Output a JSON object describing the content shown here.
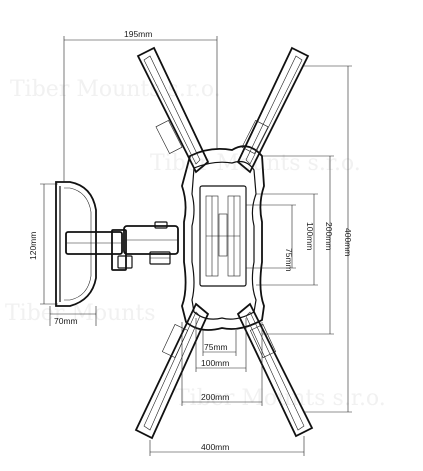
{
  "watermark": {
    "line_1": "Tiber Mounts s.r.o.",
    "line_2": "Tiber Mounts s.r.o.",
    "line_3": "Tiber Mounts",
    "line_4": "Tiber Mounts s.r.o."
  },
  "dimensions": {
    "top_width": "195mm",
    "wall_plate_height": "120mm",
    "wall_plate_depth": "70mm",
    "vesa_75_vertical": "75mm",
    "vesa_100_vertical": "100mm",
    "vesa_200_vertical": "200mm",
    "vesa_400_vertical": "400mm",
    "vesa_75_horizontal": "75mm",
    "vesa_100_horizontal": "100mm",
    "vesa_200_horizontal": "200mm",
    "vesa_400_horizontal": "400mm"
  }
}
